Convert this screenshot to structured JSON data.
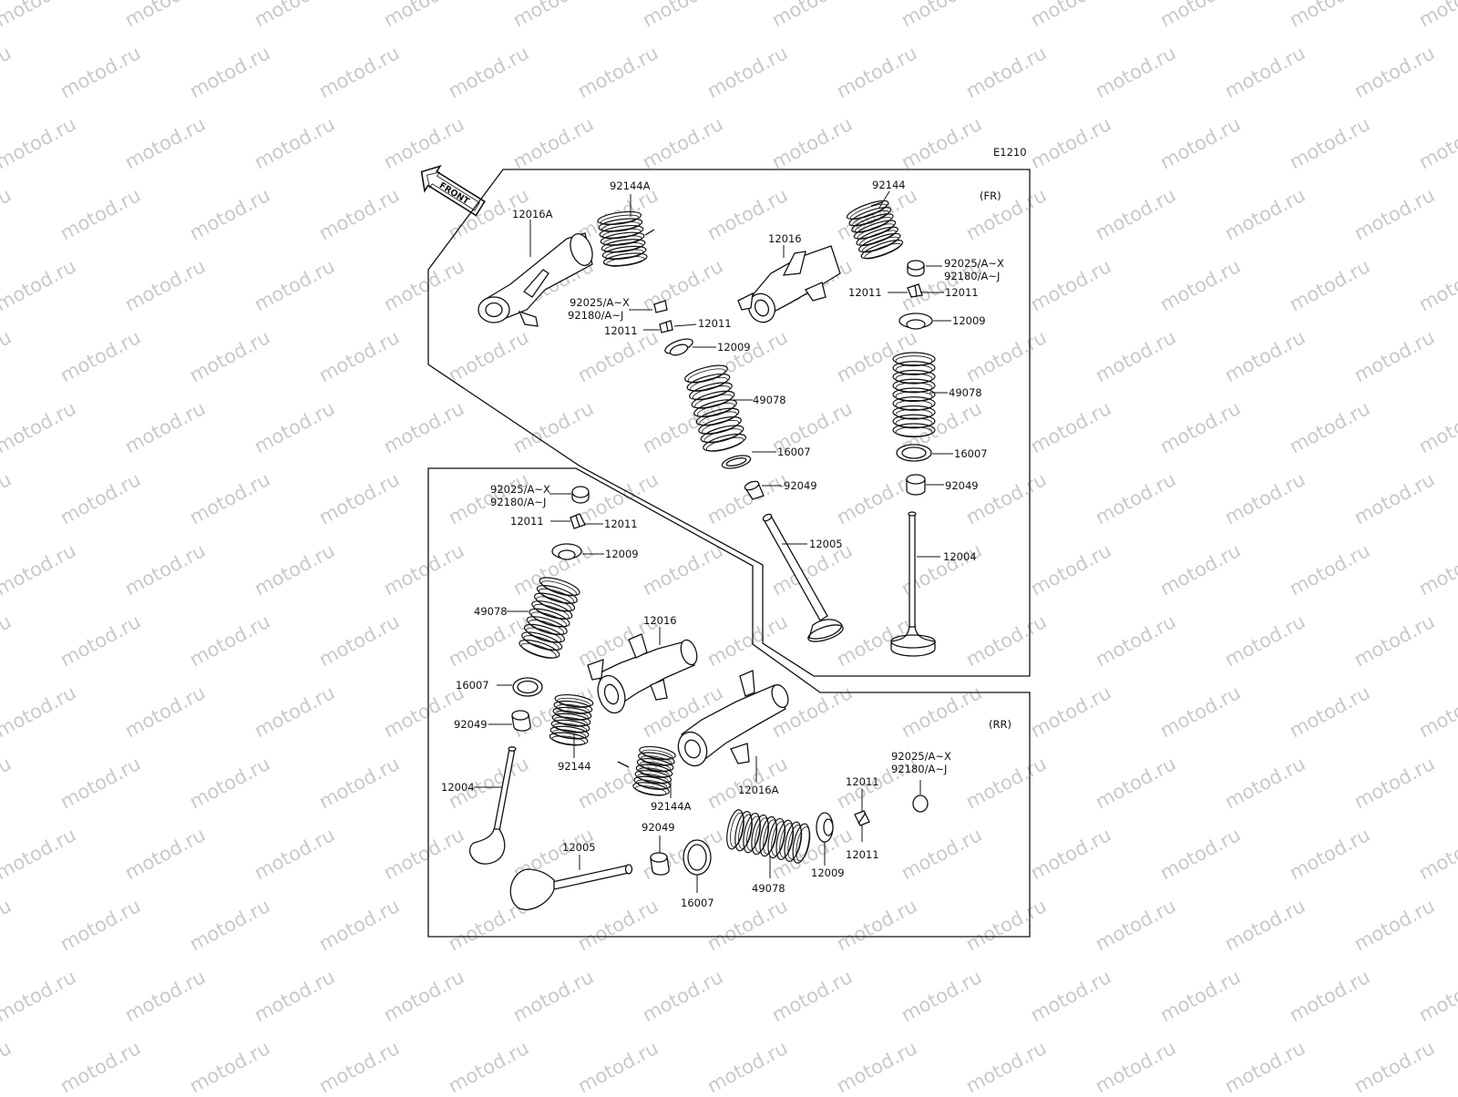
{
  "diagram": {
    "code": "E1210",
    "front_arrow": "FRONT",
    "watermark": "motod.ru",
    "sections": {
      "front": "(FR)",
      "rear": "(RR)"
    },
    "labels": [
      {
        "id": "fr-92144a",
        "text": "92144A"
      },
      {
        "id": "fr-92144",
        "text": "92144"
      },
      {
        "id": "fr-12016a",
        "text": "12016A"
      },
      {
        "id": "fr-12016",
        "text": "12016"
      },
      {
        "id": "fr-l-92025",
        "text": "92025/A~X"
      },
      {
        "id": "fr-l-92180",
        "text": "92180/A~J"
      },
      {
        "id": "fr-l-12011a",
        "text": "12011"
      },
      {
        "id": "fr-l-12011b",
        "text": "12011"
      },
      {
        "id": "fr-l-12009",
        "text": "12009"
      },
      {
        "id": "fr-l-49078",
        "text": "49078"
      },
      {
        "id": "fr-l-16007",
        "text": "16007"
      },
      {
        "id": "fr-l-92049",
        "text": "92049"
      },
      {
        "id": "fr-l-12005",
        "text": "12005"
      },
      {
        "id": "fr-r-92025",
        "text": "92025/A~X"
      },
      {
        "id": "fr-r-92180",
        "text": "92180/A~J"
      },
      {
        "id": "fr-r-12011a",
        "text": "12011"
      },
      {
        "id": "fr-r-12011b",
        "text": "12011"
      },
      {
        "id": "fr-r-12009",
        "text": "12009"
      },
      {
        "id": "fr-r-49078",
        "text": "49078"
      },
      {
        "id": "fr-r-16007",
        "text": "16007"
      },
      {
        "id": "fr-r-92049",
        "text": "92049"
      },
      {
        "id": "fr-r-12004",
        "text": "12004"
      },
      {
        "id": "rr-l-92025",
        "text": "92025/A~X"
      },
      {
        "id": "rr-l-92180",
        "text": "92180/A~J"
      },
      {
        "id": "rr-l-12011a",
        "text": "12011"
      },
      {
        "id": "rr-l-12011b",
        "text": "12011"
      },
      {
        "id": "rr-l-12009",
        "text": "12009"
      },
      {
        "id": "rr-l-49078",
        "text": "49078"
      },
      {
        "id": "rr-12016",
        "text": "12016"
      },
      {
        "id": "rr-l-16007",
        "text": "16007"
      },
      {
        "id": "rr-l-92049",
        "text": "92049"
      },
      {
        "id": "rr-92144",
        "text": "92144"
      },
      {
        "id": "rr-92144a",
        "text": "92144A"
      },
      {
        "id": "rr-12016a",
        "text": "12016A"
      },
      {
        "id": "rr-l-12004",
        "text": "12004"
      },
      {
        "id": "rr-l-12005",
        "text": "12005"
      },
      {
        "id": "rr-b-92049",
        "text": "92049"
      },
      {
        "id": "rr-b-16007",
        "text": "16007"
      },
      {
        "id": "rr-b-49078",
        "text": "49078"
      },
      {
        "id": "rr-b-12009",
        "text": "12009"
      },
      {
        "id": "rr-b-12011a",
        "text": "12011"
      },
      {
        "id": "rr-b-12011b",
        "text": "12011"
      },
      {
        "id": "rr-r-92025",
        "text": "92025/A~X"
      },
      {
        "id": "rr-r-92180",
        "text": "92180/A~J"
      }
    ]
  }
}
